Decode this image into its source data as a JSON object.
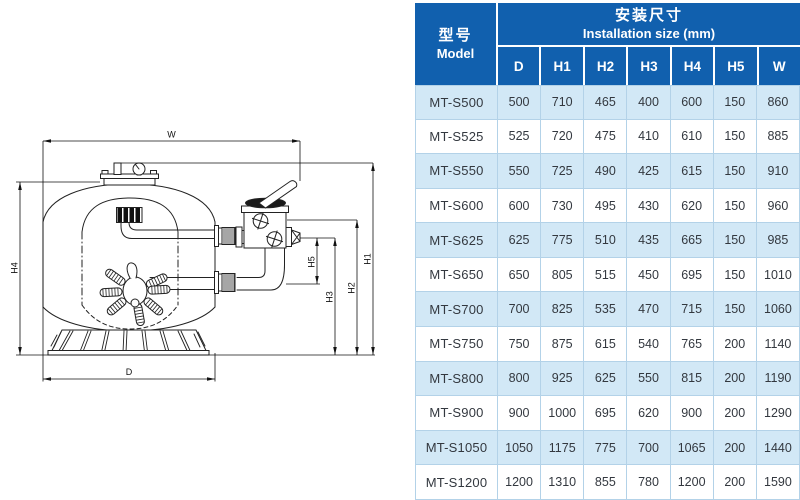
{
  "diagram": {
    "title": "sand-filter-installation-drawing",
    "dim_labels": {
      "w": "W",
      "d": "D",
      "h1": "H1",
      "h2": "H2",
      "h3": "H3",
      "h4": "H4",
      "h5": "H5"
    }
  },
  "table": {
    "model_header_zh": "型号",
    "model_header_en": "Model",
    "size_header_zh": "安装尺寸",
    "size_header_en": "Installation size (mm)",
    "columns": [
      "D",
      "H1",
      "H2",
      "H3",
      "H4",
      "H5",
      "W"
    ],
    "rows": [
      {
        "model": "MT-S500",
        "values": [
          "500",
          "710",
          "465",
          "400",
          "600",
          "150",
          "860"
        ]
      },
      {
        "model": "MT-S525",
        "values": [
          "525",
          "720",
          "475",
          "410",
          "610",
          "150",
          "885"
        ]
      },
      {
        "model": "MT-S550",
        "values": [
          "550",
          "725",
          "490",
          "425",
          "615",
          "150",
          "910"
        ]
      },
      {
        "model": "MT-S600",
        "values": [
          "600",
          "730",
          "495",
          "430",
          "620",
          "150",
          "960"
        ]
      },
      {
        "model": "MT-S625",
        "values": [
          "625",
          "775",
          "510",
          "435",
          "665",
          "150",
          "985"
        ]
      },
      {
        "model": "MT-S650",
        "values": [
          "650",
          "805",
          "515",
          "450",
          "695",
          "150",
          "1010"
        ]
      },
      {
        "model": "MT-S700",
        "values": [
          "700",
          "825",
          "535",
          "470",
          "715",
          "150",
          "1060"
        ]
      },
      {
        "model": "MT-S750",
        "values": [
          "750",
          "875",
          "615",
          "540",
          "765",
          "200",
          "1140"
        ]
      },
      {
        "model": "MT-S800",
        "values": [
          "800",
          "925",
          "625",
          "550",
          "815",
          "200",
          "1190"
        ]
      },
      {
        "model": "MT-S900",
        "values": [
          "900",
          "1000",
          "695",
          "620",
          "900",
          "200",
          "1290"
        ]
      },
      {
        "model": "MT-S1050",
        "values": [
          "1050",
          "1175",
          "775",
          "700",
          "1065",
          "200",
          "1440"
        ]
      },
      {
        "model": "MT-S1200",
        "values": [
          "1200",
          "1310",
          "855",
          "780",
          "1200",
          "200",
          "1590"
        ]
      }
    ],
    "colors": {
      "header_bg": "#1160ae",
      "header_text": "#ffffff",
      "row_alt_bg": "#d2e8f6",
      "row_bg": "#ffffff",
      "grid": "#b3d2e8",
      "cell_text": "#33383f"
    }
  }
}
